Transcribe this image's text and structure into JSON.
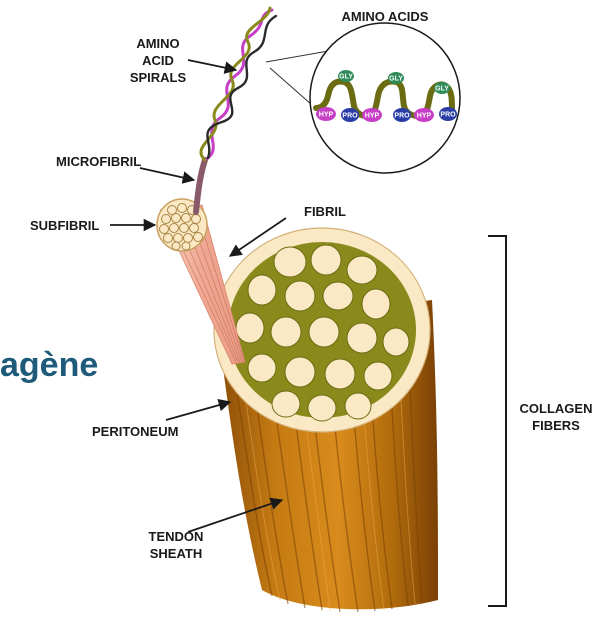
{
  "title_fragment": "agène",
  "labels": {
    "amino_acids": "AMINO ACIDS",
    "amino_acid_spirals": [
      "AMINO",
      "ACID",
      "SPIRALS"
    ],
    "microfibril": "MICROFIBRIL",
    "subfibril": "SUBFIBRIL",
    "fibril": "FIBRIL",
    "peritoneum": "PERITONEUM",
    "tendon_sheath": [
      "TENDON",
      "SHEATH"
    ],
    "collagen_fibers": [
      "COLLAGEN",
      "FIBERS"
    ]
  },
  "amino_tags": {
    "gly": "GLY",
    "hyp": "HYP",
    "pro": "PRO"
  },
  "colors": {
    "title": "#1e5a7a",
    "olive": "#8a8a1c",
    "olive_dark": "#6b6b12",
    "cream": "#fbe9c6",
    "tendon": "#b9700f",
    "tendon_dark": "#7a4508",
    "fibril_pink": "#f2b8a6",
    "magenta": "#c63fc6",
    "green_tag": "#2e8b57",
    "blue_tag": "#2b3ea8"
  }
}
